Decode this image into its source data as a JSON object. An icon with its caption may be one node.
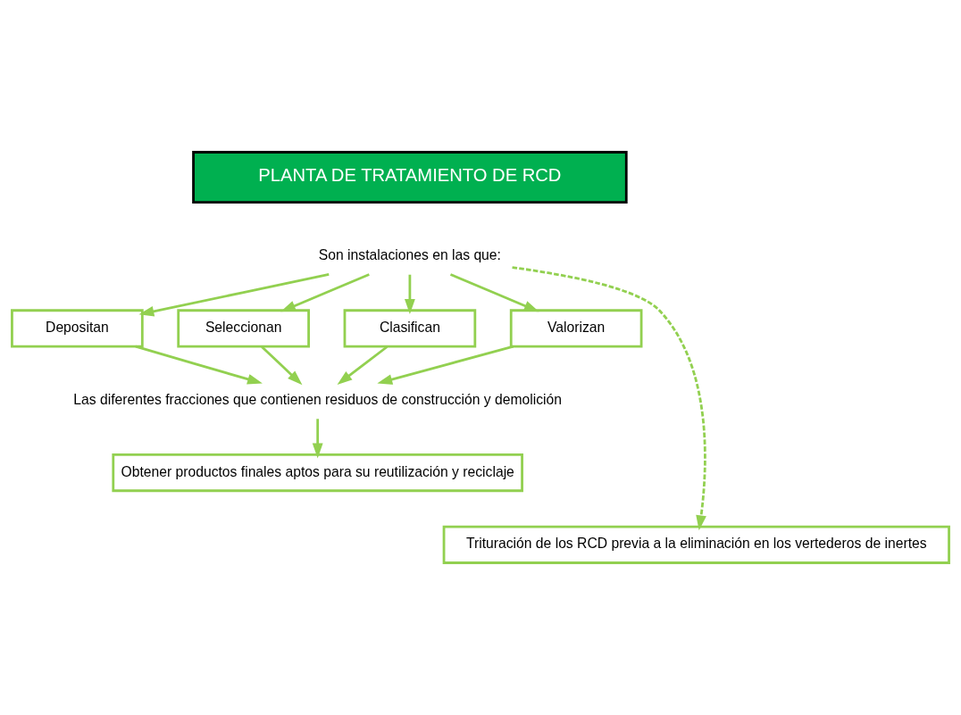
{
  "diagram": {
    "nodes": [
      {
        "text": [
          "PLANTA DE TRATAMIENTO DE RCD"
        ]
      },
      {
        "text": [
          "Son instalaciones en las que:"
        ]
      },
      {
        "text": [
          "Depositan"
        ]
      },
      {
        "text": [
          "Seleccionan"
        ]
      },
      {
        "text": [
          "Clasifican"
        ]
      },
      {
        "text": [
          "Valorizan"
        ]
      },
      {
        "text": [
          "Las diferentes fracciones que contienen residuos de construcción y demolición"
        ]
      },
      {
        "text": [
          "Obtener productos finales aptos para su reutilización y reciclaje"
        ]
      },
      {
        "text": [
          "Trituración de los RCD previa a la eliminación en los vertederos de inertes"
        ]
      }
    ],
    "edges": [
      {
        "from": 1,
        "to": 2,
        "arrow": "to"
      },
      {
        "from": 1,
        "to": 3,
        "arrow": "to"
      },
      {
        "from": 1,
        "to": 4,
        "arrow": "to"
      },
      {
        "from": 1,
        "to": 5,
        "arrow": "to"
      },
      {
        "from": 2,
        "to": 6,
        "arrow": "to"
      },
      {
        "from": 3,
        "to": 6,
        "arrow": "to"
      },
      {
        "from": 4,
        "to": 6,
        "arrow": "to"
      },
      {
        "from": 5,
        "to": 6,
        "arrow": "to"
      },
      {
        "from": 6,
        "to": 7,
        "arrow": "to"
      },
      {
        "from": 1,
        "to": 8,
        "arrow": "to",
        "style": "dashed"
      }
    ]
  }
}
